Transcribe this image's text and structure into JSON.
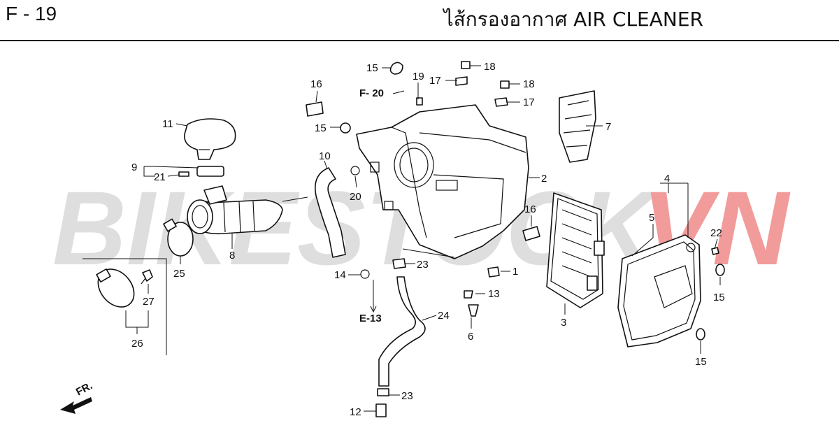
{
  "header": {
    "code": "F - 19",
    "title": "ไส้กรองอากาศ  AIR CLEANER"
  },
  "watermark": {
    "text_gray": "BIKESTOCK",
    "text_red": "VN",
    "color_gray": "#d9d9d9",
    "color_red": "#f08a8a"
  },
  "references": {
    "f20": "F- 20",
    "e13": "E-13"
  },
  "orientation": {
    "label": "FR."
  },
  "callouts": [
    {
      "id": "c15a",
      "label": "15"
    },
    {
      "id": "c19",
      "label": "19"
    },
    {
      "id": "c17a",
      "label": "17"
    },
    {
      "id": "c18a",
      "label": "18"
    },
    {
      "id": "c18b",
      "label": "18"
    },
    {
      "id": "c17b",
      "label": "17"
    },
    {
      "id": "c16a",
      "label": "16"
    },
    {
      "id": "c15b",
      "label": "15"
    },
    {
      "id": "c11",
      "label": "11"
    },
    {
      "id": "c7",
      "label": "7"
    },
    {
      "id": "c10",
      "label": "10"
    },
    {
      "id": "c9",
      "label": "9"
    },
    {
      "id": "c21",
      "label": "21"
    },
    {
      "id": "c20",
      "label": "20"
    },
    {
      "id": "c2",
      "label": "2"
    },
    {
      "id": "c4",
      "label": "4"
    },
    {
      "id": "c5",
      "label": "5"
    },
    {
      "id": "c16b",
      "label": "16"
    },
    {
      "id": "c22",
      "label": "22"
    },
    {
      "id": "c8",
      "label": "8"
    },
    {
      "id": "c25",
      "label": "25"
    },
    {
      "id": "c23a",
      "label": "23"
    },
    {
      "id": "c14",
      "label": "14"
    },
    {
      "id": "c1",
      "label": "1"
    },
    {
      "id": "c13",
      "label": "13"
    },
    {
      "id": "c15c",
      "label": "15"
    },
    {
      "id": "c27",
      "label": "27"
    },
    {
      "id": "c24",
      "label": "24"
    },
    {
      "id": "c6",
      "label": "6"
    },
    {
      "id": "c3",
      "label": "3"
    },
    {
      "id": "c26",
      "label": "26"
    },
    {
      "id": "c15d",
      "label": "15"
    },
    {
      "id": "c23b",
      "label": "23"
    },
    {
      "id": "c12",
      "label": "12"
    }
  ]
}
